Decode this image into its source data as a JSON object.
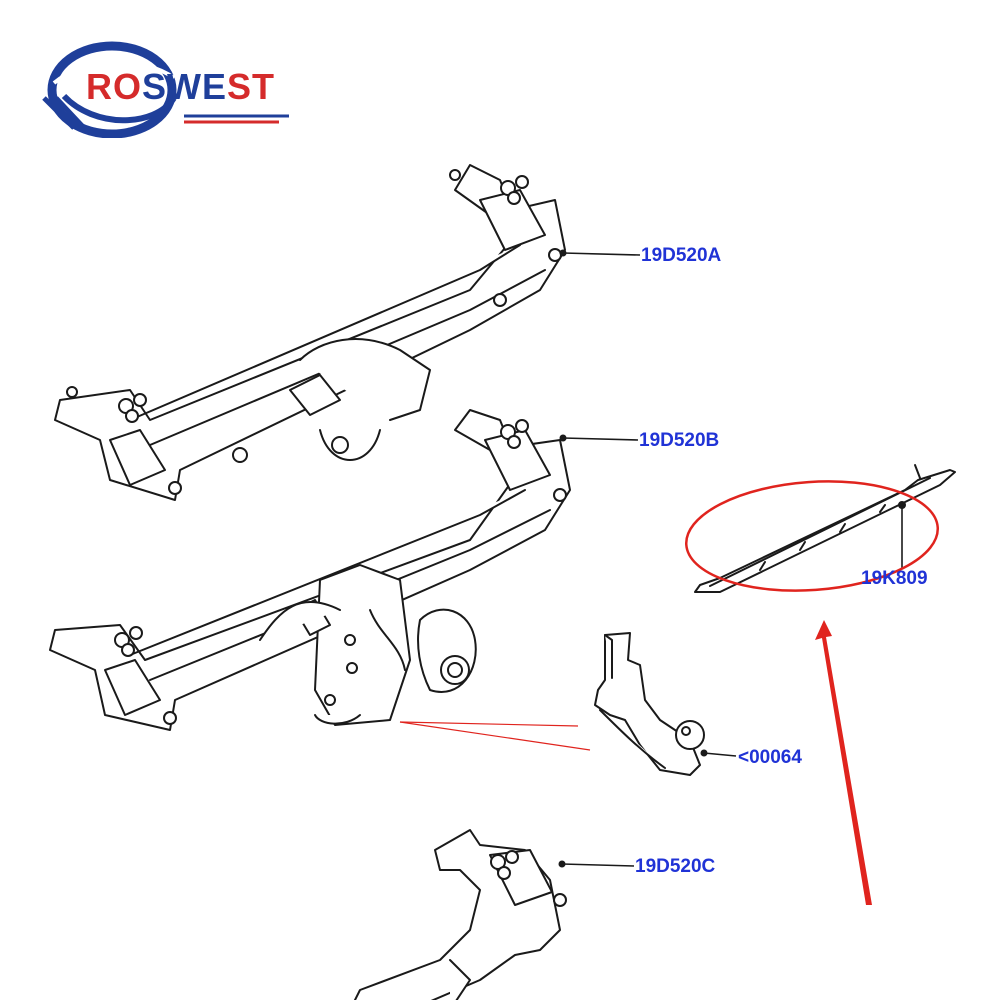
{
  "brand": {
    "text_left": "RO",
    "text_mid": "SWE",
    "text_right": "ST",
    "color_primary": "#1f3f9a",
    "color_accent": "#d52b2b"
  },
  "labels": {
    "part_a": "19D520A",
    "part_b": "19D520B",
    "part_c": "19D520C",
    "part_k": "19K809",
    "part_h": "<00064"
  },
  "colors": {
    "label": "#2033d6",
    "highlight": "#e0241e",
    "line_art": "#1a1a1a"
  },
  "icons": {
    "tow_bar": "tow-bar-assembly-icon",
    "tow_ball": "tow-ball-neck-icon",
    "trim_strip": "bumper-trim-strip-icon"
  }
}
